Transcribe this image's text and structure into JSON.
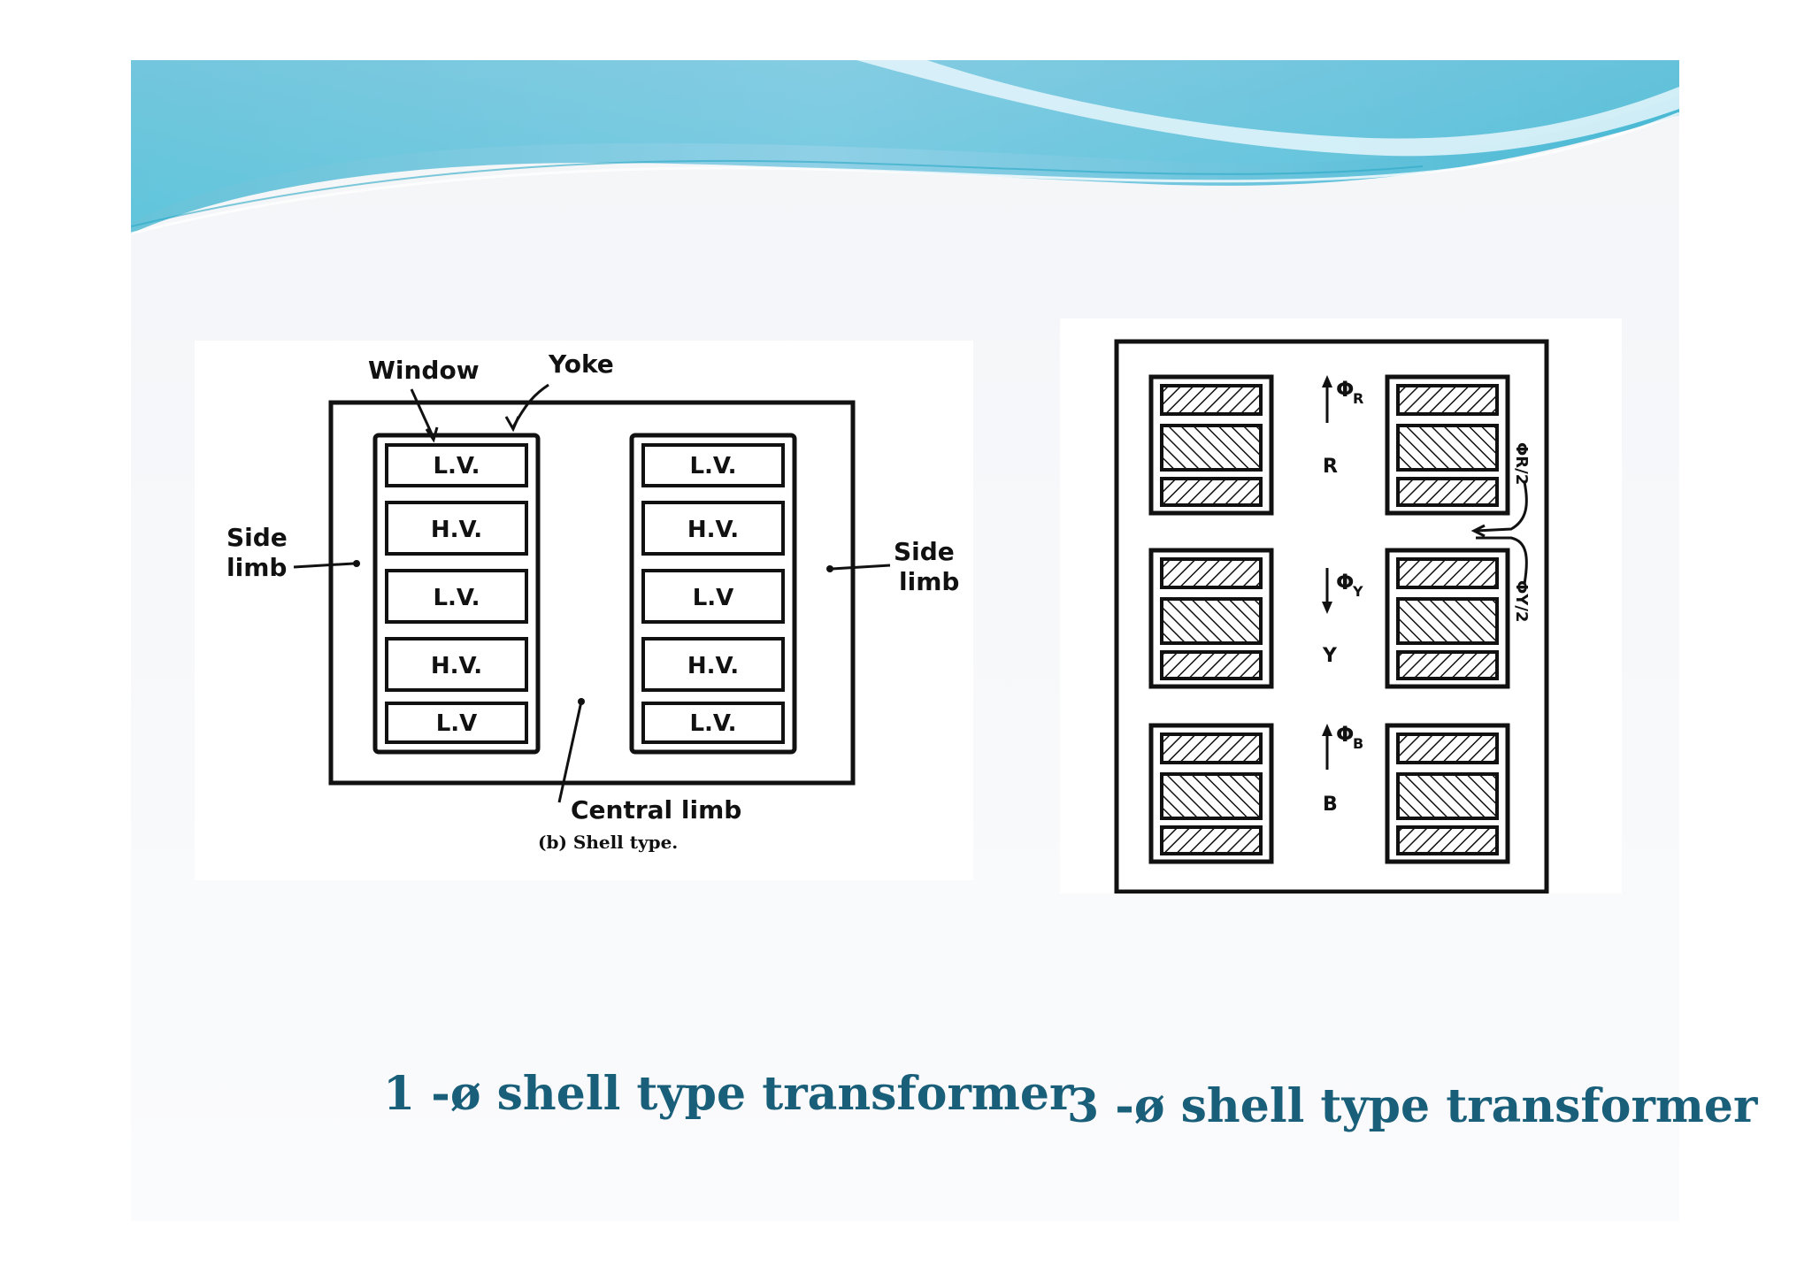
{
  "diagram_single": {
    "labels": {
      "window": "Window",
      "yoke": "Yoke",
      "side_limb_left_1": "Side",
      "side_limb_left_2": "limb",
      "side_limb_right_1": "Side",
      "side_limb_right_2": "limb",
      "central_limb": "Central limb",
      "figure_note": "(b) Shell type."
    },
    "left_window_coils": [
      "L.V.",
      "H.V.",
      "L.V.",
      "H.V.",
      "L.V"
    ],
    "right_window_coils": [
      "L.V.",
      "H.V.",
      "L.V",
      "H.V.",
      "L.V."
    ]
  },
  "diagram_three": {
    "phases": [
      {
        "label": "R",
        "flux": "Φ",
        "sub": "R"
      },
      {
        "label": "Y",
        "flux": "Φ",
        "sub": "Y"
      },
      {
        "label": "B",
        "flux": "Φ",
        "sub": "B"
      }
    ],
    "half_flux_top": "ΦR/2",
    "half_flux_bottom": "ΦY/2"
  },
  "captions": {
    "single_phase": "1 -ø shell type transformer",
    "three_phase": "3 -ø shell type transformer"
  },
  "colors": {
    "caption": "#1a5f7a",
    "banner_light": "#bfe7f2",
    "banner_mid": "#62c4dc",
    "banner_dark": "#2a9cc0"
  }
}
